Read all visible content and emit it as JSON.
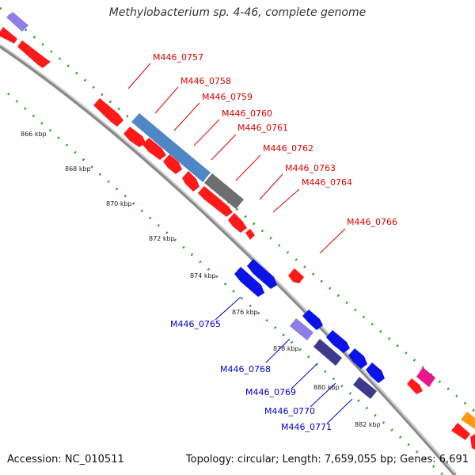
{
  "title": "Methylobacterium sp. 4-46, complete genome",
  "footer": {
    "accession": "Accession: NC_010511",
    "summary": "Topology: circular; Length: 7,659,055 bp; Genes: 6,691"
  },
  "colors": {
    "red": "#ff1a1a",
    "blue": "#0a14e6",
    "steel": "#4f86c6",
    "gray": "#6e6e6e",
    "lavender": "#8e7ee6",
    "darkpurple": "#3d3a8e",
    "magenta": "#e6198c",
    "orange": "#ff9a10",
    "label_red": "#dd0000",
    "label_blue": "#0000cc",
    "dots": "#2e9e2e",
    "backbone": "#8a8a8a"
  },
  "scale_ticks": [
    "866 kbp",
    "868 kbp",
    "870 kbp",
    "872 kbp",
    "874 kbp",
    "876 kbp",
    "878 kbp",
    "880 kbp",
    "882 kbp"
  ],
  "labels_top": [
    "M446_0757",
    "M446_0758",
    "M446_0759",
    "M446_0760",
    "M446_0761",
    "M446_0762",
    "M446_0763",
    "M446_0764",
    "M446_0766"
  ],
  "labels_bottom": [
    "M446_0765",
    "M446_0768",
    "M446_0769",
    "M446_0770",
    "M446_0771"
  ]
}
